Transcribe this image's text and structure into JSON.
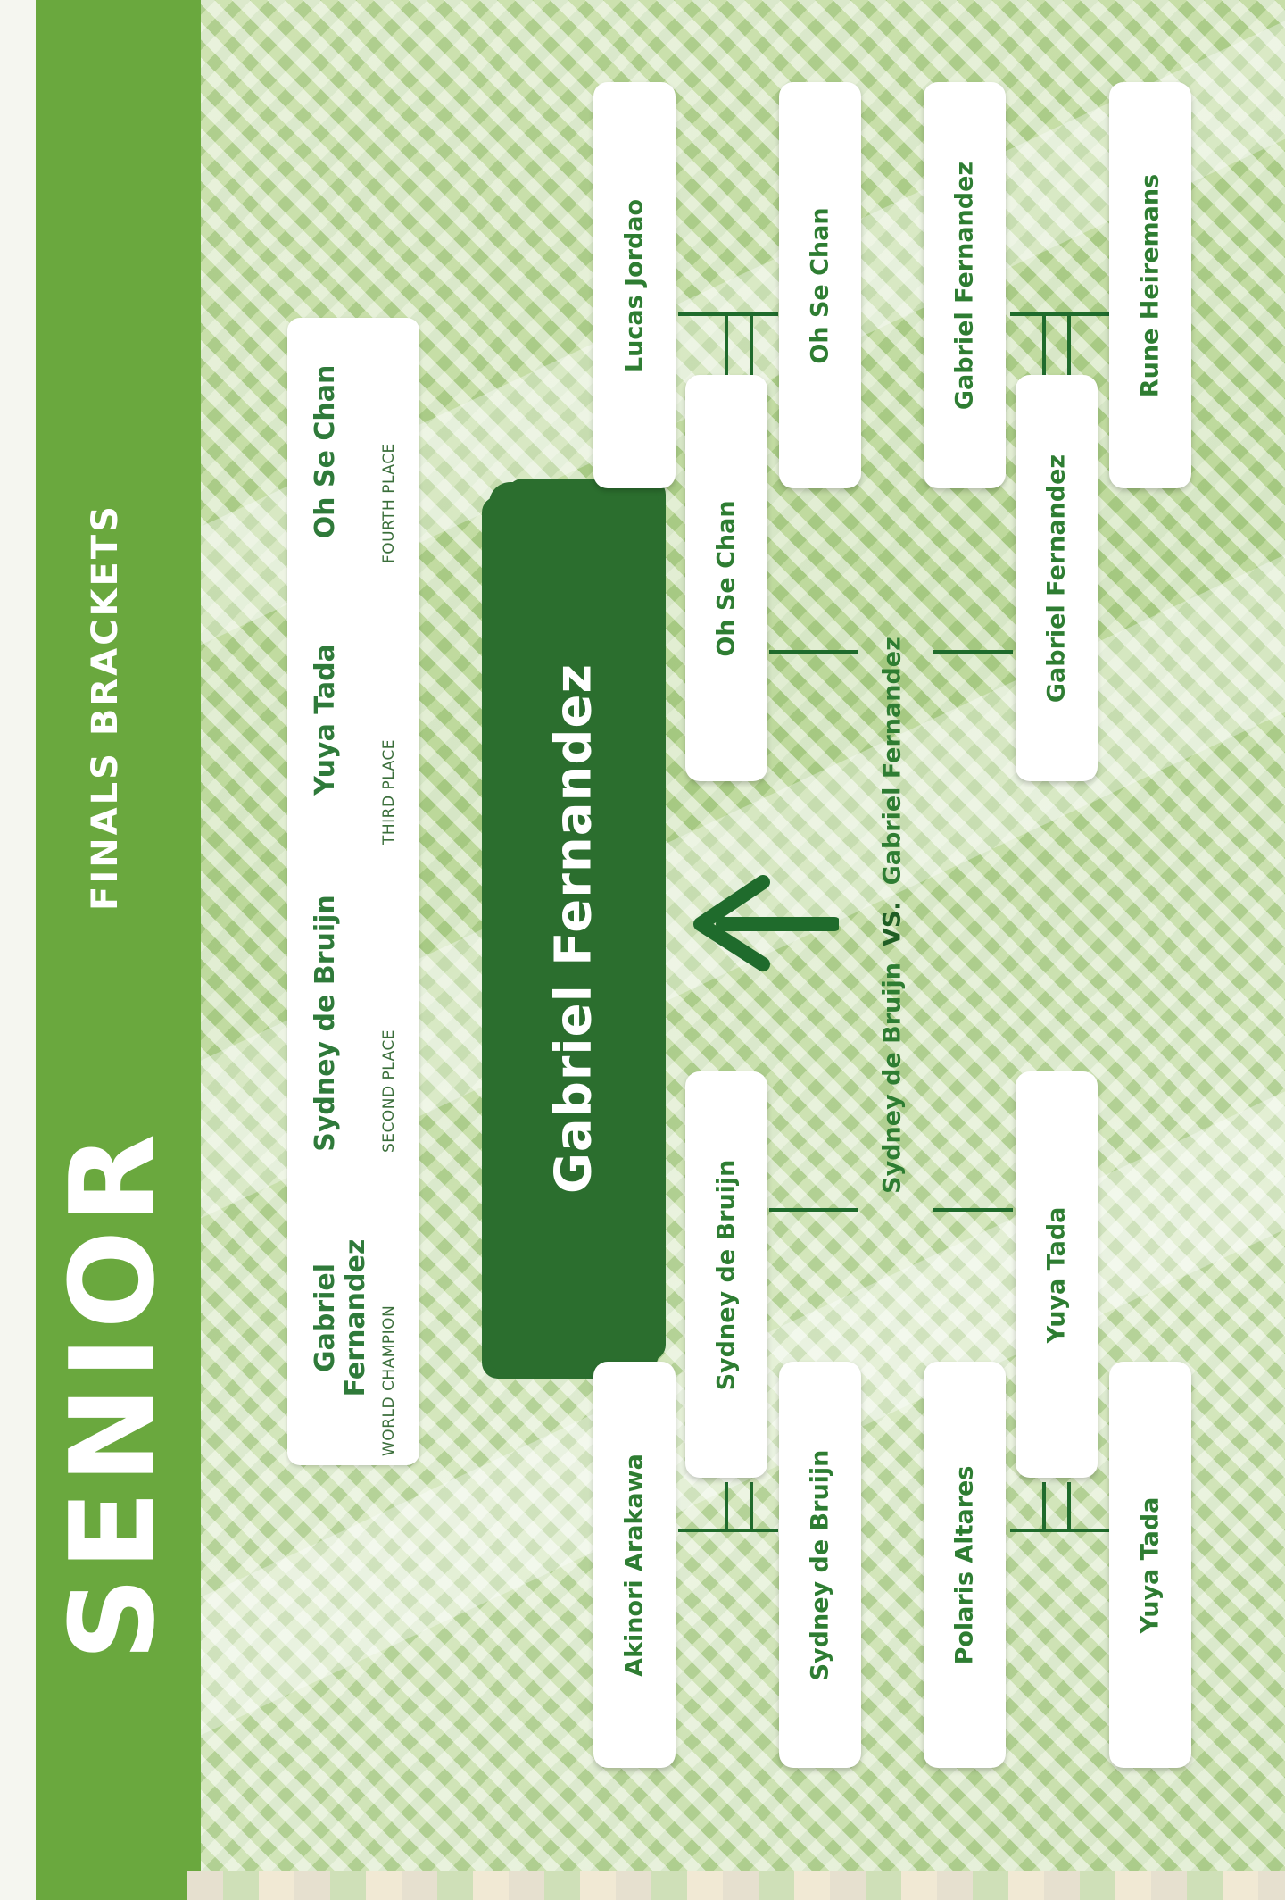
{
  "header": {
    "title": "SENIOR",
    "subtitle": "FINALS BRACKETS"
  },
  "results": [
    {
      "name": "Gabriel Fernandez",
      "place": "WORLD CHAMPION"
    },
    {
      "name": "Sydney de Bruijn",
      "place": "SECOND PLACE"
    },
    {
      "name": "Yuya Tada",
      "place": "THIRD PLACE"
    },
    {
      "name": "Oh Se Chan",
      "place": "FOURTH PLACE"
    }
  ],
  "champion": "Gabriel Fernandez",
  "final": {
    "left": "Sydney de Bruijn",
    "vs": "VS.",
    "right": "Gabriel Fernandez"
  },
  "semifinals": {
    "top_left": "Oh Se Chan",
    "top_right": "Gabriel Fernandez",
    "bottom_left": "Sydney de Bruijn",
    "bottom_right": "Yuya Tada"
  },
  "quarterfinals": {
    "top": [
      "Lucas Jordao",
      "Oh Se Chan",
      "Gabriel Fernandez",
      "Rune Heiremans"
    ],
    "bottom": [
      "Akinori Arakawa",
      "Sydney de Bruijn",
      "Polaris Altares",
      "Yuya Tada"
    ]
  },
  "colors": {
    "sidebar": "#6aa83e",
    "dark_green": "#2b6e2e",
    "text_green": "#2e7d32"
  }
}
